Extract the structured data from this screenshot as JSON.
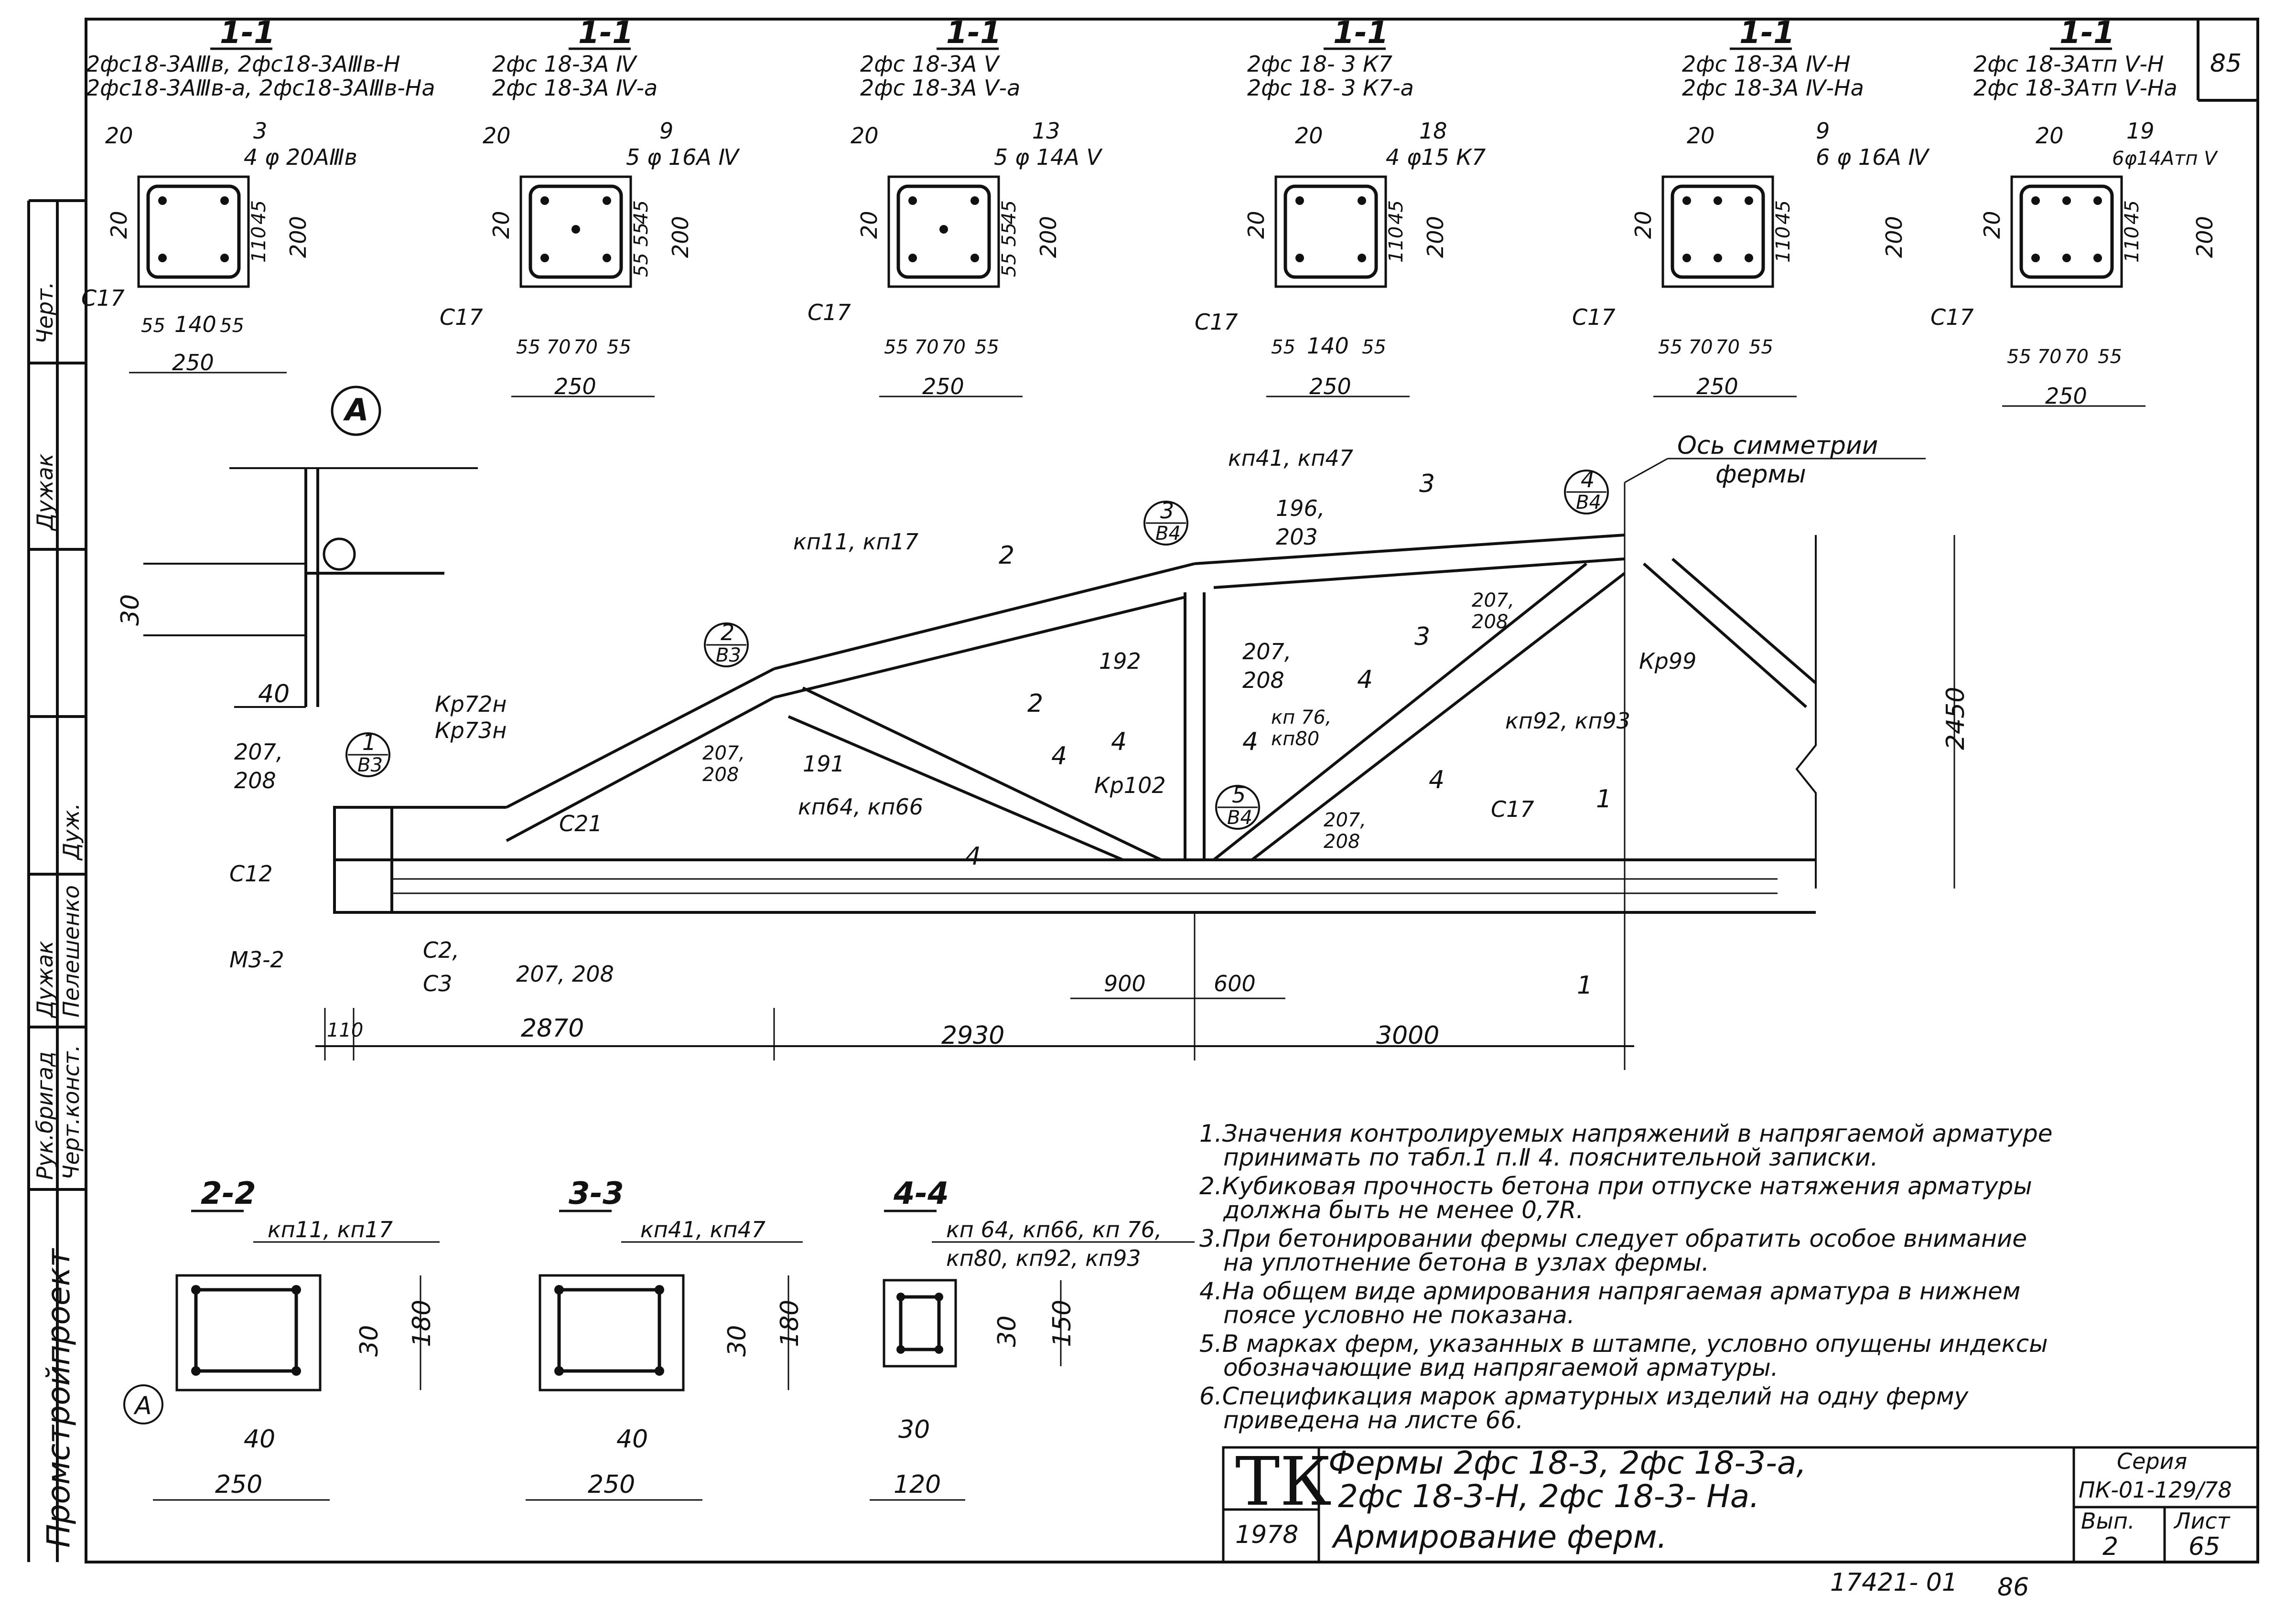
{
  "sheet_number": "85",
  "sections_11": [
    {
      "title": "1-1",
      "marks": [
        "2фс18-3АⅢв, 2фс18-3АⅢв-Н",
        "2фс18-3АⅢв-а, 2фс18-3АⅢв-На"
      ],
      "rebar": "4 φ 20АⅢв",
      "top": "3",
      "d20a": "20",
      "d20b": "20",
      "d45a": "45",
      "d110": "110",
      "d45b": "45",
      "d200": "200",
      "c17": "С17",
      "b1": "55",
      "b2": "140",
      "b3": "55",
      "b250": "250"
    },
    {
      "title": "1-1",
      "marks": [
        "2фс 18-3А Ⅳ",
        "2фс 18-3А Ⅳ-а"
      ],
      "rebar": "5 φ 16А Ⅳ",
      "top": "9",
      "d20a": "20",
      "d20b": "20",
      "d45a": "45",
      "d110": "55 55",
      "d45b": "45",
      "d200": "200",
      "c17": "С17",
      "b1": "55 70",
      "b2": "70",
      "b3": "55",
      "b250": "250"
    },
    {
      "title": "1-1",
      "marks": [
        "2фс 18-3А Ⅴ",
        "2фс 18-3А Ⅴ-а"
      ],
      "rebar": "5 φ 14А Ⅴ",
      "top": "13",
      "d20a": "20",
      "d20b": "20",
      "d45a": "45",
      "d110": "55 55",
      "d45b": "45",
      "d200": "200",
      "c17": "С17",
      "b1": "55 70",
      "b2": "70",
      "b3": "55",
      "b250": "250"
    },
    {
      "title": "1-1",
      "marks": [
        "2фс 18- 3 К7",
        "2фс 18- 3 К7-а"
      ],
      "rebar": "4 φ15 К7",
      "top": "18",
      "d20a": "20",
      "d20b": "20",
      "d45a": "45",
      "d110": "110",
      "d45b": "45",
      "d200": "200",
      "c17": "С17",
      "b1": "55",
      "b2": "140",
      "b3": "55",
      "b250": "250"
    },
    {
      "title": "1-1",
      "marks": [
        "2фс 18-3А Ⅳ-Н",
        "2фс 18-3А Ⅳ-На"
      ],
      "rebar": "6 φ 16А Ⅳ",
      "top": "9",
      "d20a": "20",
      "d20b": "20",
      "d45a": "45",
      "d110": "110",
      "d45b": "45",
      "d200": "200",
      "c17": "С17",
      "b1": "55 70",
      "b2": "70",
      "b3": "55",
      "b250": "250"
    },
    {
      "title": "1-1",
      "marks": [
        "2фс 18-3Атп Ⅴ-Н",
        "2фс 18-3Атп Ⅴ-На"
      ],
      "rebar": "6φ14Атп Ⅴ",
      "top": "19",
      "d20a": "20",
      "d20b": "20",
      "d45a": "45",
      "d110": "110",
      "d45b": "45",
      "d200": "200",
      "c17": "С17",
      "b1": "55 70",
      "b2": "70",
      "b3": "55",
      "b250": "250"
    }
  ],
  "detail_a": {
    "callout": "А",
    "dim30": "30",
    "dim40": "40"
  },
  "truss": {
    "kp41": "кп41, кп47",
    "axis1": "Ось симметрии",
    "axis2": "фермы",
    "kp11": "кп11, кп17",
    "kp64": "кп64, кп66",
    "kp92": "кп92, кп93",
    "kp76a": "кп 76,",
    "kp76b": "кп80",
    "kp72a": "Кр72н",
    "kp72b": "Кр73н",
    "kp102": "Кр102",
    "kp99": "Кр99",
    "c21": "С21",
    "c17": "С17",
    "c12": "С12",
    "m32": "М3-2",
    "c2": "С2,",
    "c3": "С3",
    "n196": "196,",
    "n203": "203",
    "n192": "192",
    "n191": "191",
    "n207": "207,",
    "n208": "208",
    "n207208": "207, 208",
    "s2": "2",
    "s3": "3",
    "s4": "4",
    "s1": "1",
    "node_1": "1",
    "node_2": "2",
    "node_3": "3",
    "node_4": "4",
    "node_5": "5",
    "node_83": "В3",
    "node_84": "В4",
    "h2450": "2450",
    "d900": "900",
    "d600": "600",
    "d110": "110",
    "d2870": "2870",
    "d2930": "2930",
    "d3000": "3000"
  },
  "small_sections": [
    {
      "title": "2-2",
      "marks": "кп11, кп17",
      "h": "180",
      "d30": "30",
      "d40": "40",
      "w": "250",
      "callout": "А"
    },
    {
      "title": "3-3",
      "marks": "кп41, кп47",
      "h": "180",
      "d30": "30",
      "d40": "40",
      "w": "250"
    },
    {
      "title": "4-4",
      "marks1": "кп 64, кп66, кп 76,",
      "marks2": "кп80, кп92, кп93",
      "h": "150",
      "d30": "30",
      "d30b": "30",
      "w": "120"
    }
  ],
  "notes": [
    "1.Значения контролируемых напряжений в напрягаемой арматуре",
    "принимать по табл.1 п.Ⅱ 4. пояснительной записки.",
    "2.Кубиковая прочность бетона при отпуске натяжения арматуры",
    "должна быть не менее 0,7R.",
    "3.При бетонировании фермы следует обратить особое внимание",
    "на уплотнение бетона в узлах фермы.",
    "4.На общем виде армирования напрягаемая арматура в нижнем",
    "поясе условно не показана.",
    "5.В марках ферм, указанных в штампе, условно опущены индексы",
    "обозначающие вид напрягаемой арматуры.",
    "6.Спецификация марок арматурных изделий на одну ферму",
    "приведена на листе 66."
  ],
  "title_block": {
    "tk": "ТК",
    "year": "1978",
    "line1": "Фермы 2фс 18-3, 2фс 18-3-а,",
    "line2": "2фс 18-3-Н,  2фс 18-3- На.",
    "line3": "Армирование   ферм.",
    "seria_label": "Серия",
    "seria": "ПК-01-129/78",
    "vyp_label": "Вып.",
    "vyp": "2",
    "list_label": "Лист",
    "list": "65",
    "bottom_num": "17421- 01",
    "bottom_num2": "86"
  },
  "left_strip": {
    "org": "Промстройпроект",
    "role1": "Рук.бригад",
    "role2": "Черт.конст.",
    "name1": "Дужак",
    "name2": "Пелешенко",
    "sig1": "Дужак",
    "sig2": "Дуж.",
    "sig3": "Черт."
  }
}
